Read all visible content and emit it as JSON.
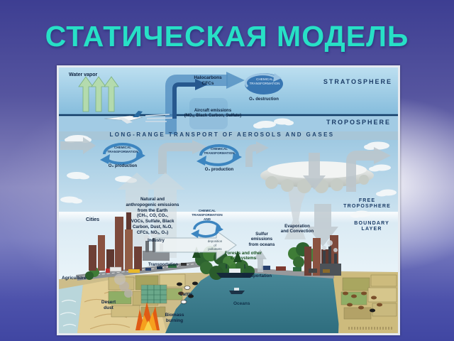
{
  "title": "СТАТИЧЕСКАЯ МОДЕЛЬ",
  "colors": {
    "title_accent": "#27e0c6",
    "background_top": "#3d3e92",
    "background_bottom": "#4046a2",
    "sky": "#a9d0e6",
    "ocean": "#3f8292",
    "cycle_icon_blue": "#3c85c0"
  },
  "icons": {
    "chemical_cycle_icon": "circular-arrows",
    "up_arrow_icon": "↑",
    "down_arrow_icon": "↓",
    "right_arrow_icon": "→"
  },
  "diagram": {
    "banner": "LONG-RANGE TRANSPORT OF AEROSOLS AND GASES",
    "layers": {
      "stratosphere": "STRATOSPHERE",
      "troposphere": "TROPOSPHERE",
      "free_troposphere": "FREE\nTROPOSPHERE",
      "boundary_layer": "BOUNDARY\nLAYER"
    },
    "labels": {
      "water_vapor": "Water vapor",
      "halocarbons": "Halocarbons\nCFCs",
      "aircraft_emissions": "Aircraft emissions\n(NOₓ, Black Carbon, Sulfate)",
      "chemical_transformation": "CHEMICAL\nTRANSFORMATION",
      "chemical_transformation_and": "CHEMICAL\nTRANSFORMATION\nAND",
      "o3_destruction": "O₃ destruction",
      "o3_production": "O₃ production",
      "natural_emissions": "Natural and\nanthropogenic emissions\nfrom the Earth\n(CH₄, CO, CO₂,\nVOCs, Sulfate, Black\nCarbon, Dust, N₂O,\nCFCs, NOₓ, O₃)",
      "cities": "Cities",
      "industry": "Industry",
      "deposition": "deposition\nof\npollutants",
      "sulfur_emissions": "Sulfur\nemissions\nfrom oceans",
      "forests": "Forests and other\nEcosystems",
      "evaporation": "Evaporation\nand Convection",
      "transportation": "Transportation",
      "agriculture": "Agriculture",
      "desert_dust": "Desert\ndust",
      "biomass_burning": "Biomass\nburning",
      "cattle": "Cattle",
      "oceans": "Oceans"
    }
  }
}
